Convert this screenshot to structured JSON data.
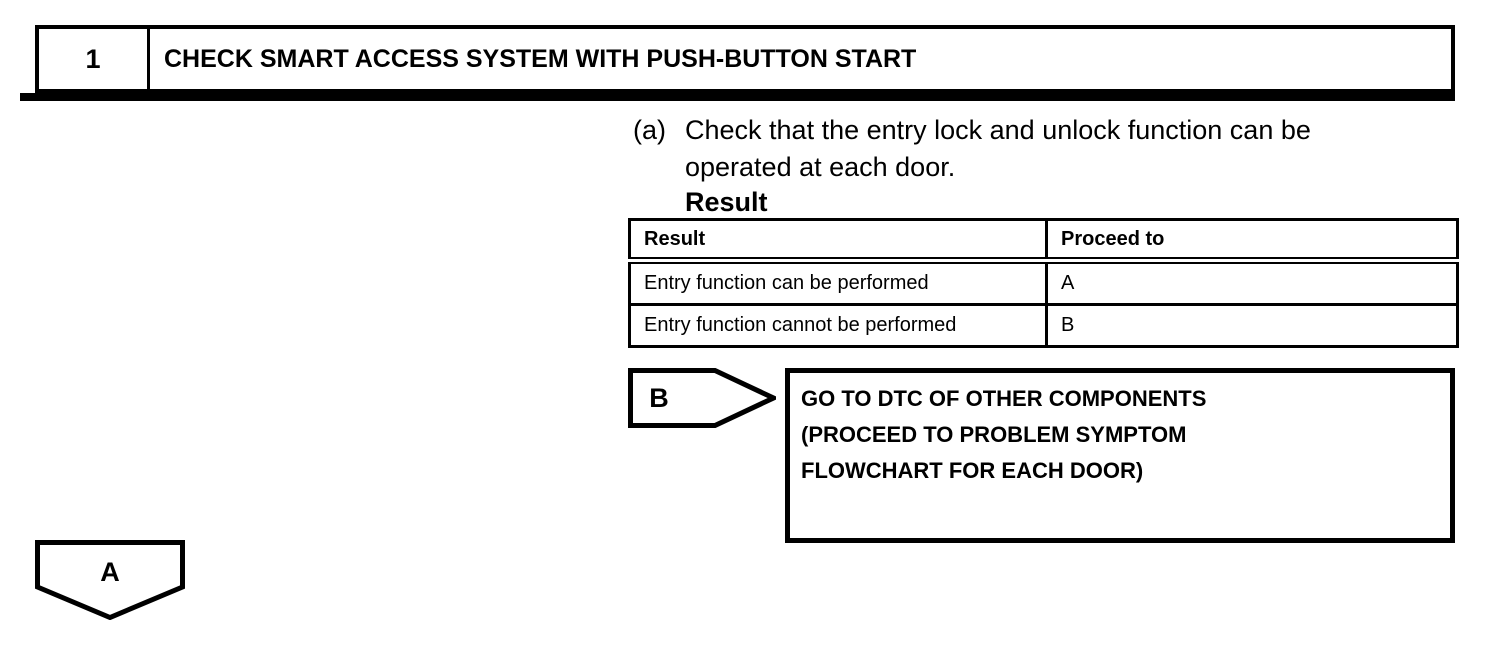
{
  "colors": {
    "ink": "#000000",
    "paper": "#ffffff"
  },
  "step": {
    "number": "1",
    "title": "CHECK SMART ACCESS SYSTEM WITH PUSH-BUTTON START"
  },
  "instruction": {
    "marker": "(a)",
    "text": "Check that the entry lock and unlock function can be\noperated at each door.",
    "result_label": "Result"
  },
  "result_table": {
    "columns": [
      "Result",
      "Proceed to"
    ],
    "rows": [
      [
        "Entry function can be performed",
        "A"
      ],
      [
        "Entry function cannot be performed",
        "B"
      ]
    ]
  },
  "connector_b": {
    "label": "B",
    "box_text": "GO TO DTC OF OTHER COMPONENTS\n(PROCEED TO PROBLEM SYMPTOM\nFLOWCHART FOR EACH DOOR)"
  },
  "connector_a": {
    "label": "A"
  }
}
